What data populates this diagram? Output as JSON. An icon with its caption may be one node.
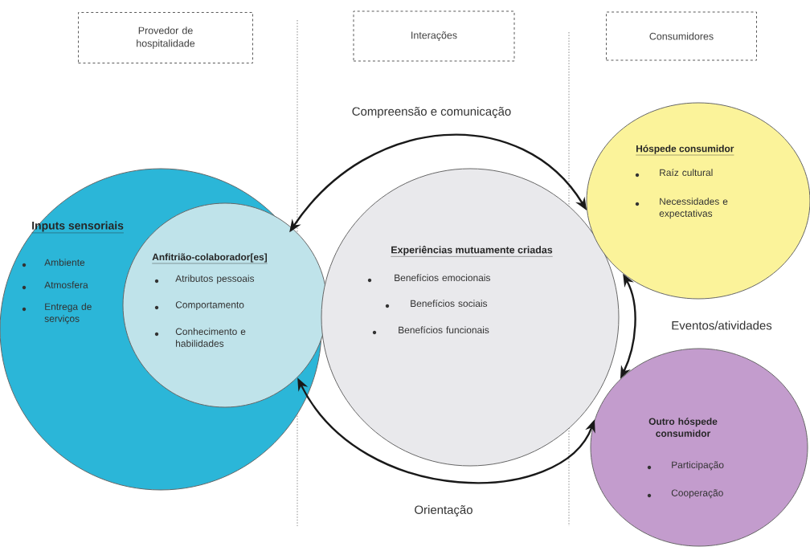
{
  "diagram": {
    "nodes": [
      {
        "text": [
          "Provedor de hospitalidade"
        ]
      },
      {
        "text": [
          "Interações"
        ]
      },
      {
        "text": [
          "Consumidores"
        ]
      },
      {
        "text": [
          "Inputs sensoriais",
          "Ambiente",
          "Atmosfera",
          "Entrega de serviços"
        ]
      },
      {
        "text": [
          "Anfitrião-colaborador[es]",
          "Atributos pessoais",
          "Comportamento",
          "Conhecimento e habilidades"
        ],
        "in": 3
      },
      {
        "text": [
          "Experiências mutuamente criadas",
          "Benefícios emocionais",
          "Benefícios sociais",
          "Benefícios funcionais"
        ]
      },
      {
        "text": [
          "Hóspede consumidor",
          "Raíz cultural",
          "Necessidades e expectativas"
        ]
      },
      {
        "text": [
          "Outro hóspede consumidor",
          "Participação",
          "Cooperação"
        ]
      }
    ],
    "edges": [
      {
        "from": 6,
        "to": 3,
        "arrow": "both",
        "label": "Compreensão e comunicação"
      },
      {
        "from": 6,
        "to": 7,
        "arrow": "both",
        "label": "Eventos/atividades"
      },
      {
        "from": 7,
        "to": 4,
        "arrow": "both",
        "label": "Orientação"
      }
    ]
  }
}
